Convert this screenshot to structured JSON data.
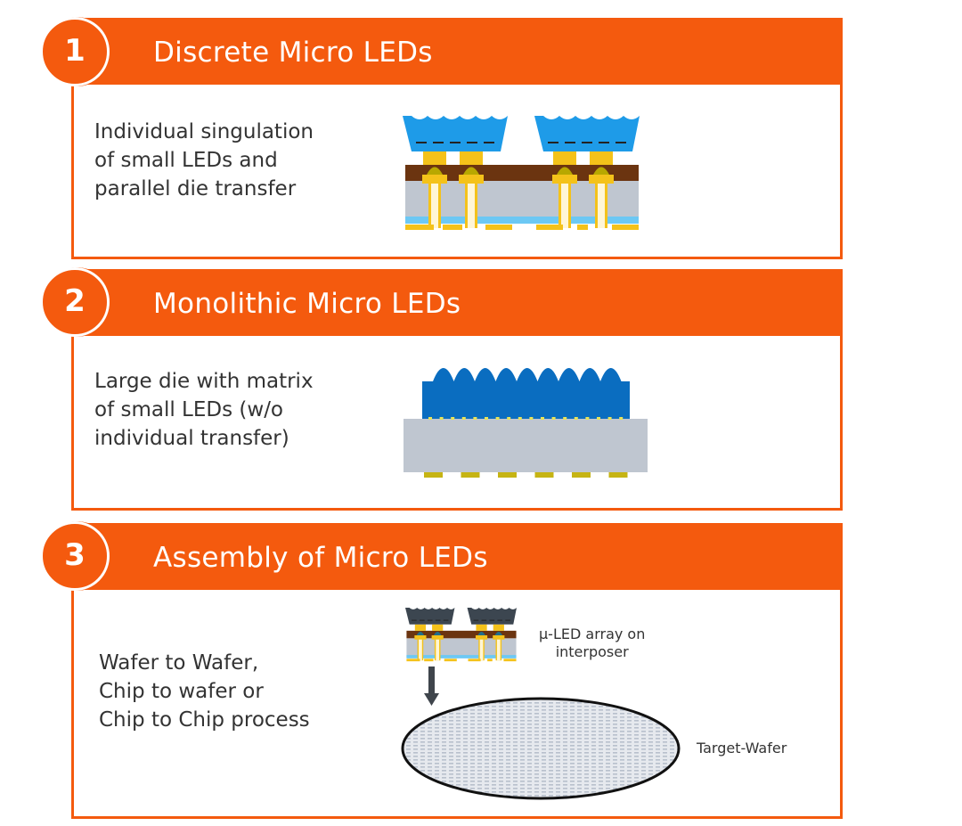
{
  "colors": {
    "accent": "#F45A0E",
    "led_blue": "#1E9BE8",
    "led_dark_blue": "#0A6DC0",
    "substrate": "#BFC6D0",
    "metal": "#F4C21A",
    "bond_layer": "#6B3410",
    "dark_chip": "#3C4650"
  },
  "sections": [
    {
      "number": "1",
      "title": "Discrete Micro LEDs",
      "description": "Individual singulation\nof small LEDs and\nparallel die transfer"
    },
    {
      "number": "2",
      "title": "Monolithic Micro LEDs",
      "description": "Large die with matrix\nof small LEDs (w/o\nindividual transfer)"
    },
    {
      "number": "3",
      "title": "Assembly of Micro LEDs",
      "description": "Wafer to Wafer,\nChip to wafer or\nChip to Chip process",
      "labels": {
        "array": "μ-LED array on\ninterposer",
        "wafer": "Target-Wafer"
      }
    }
  ]
}
